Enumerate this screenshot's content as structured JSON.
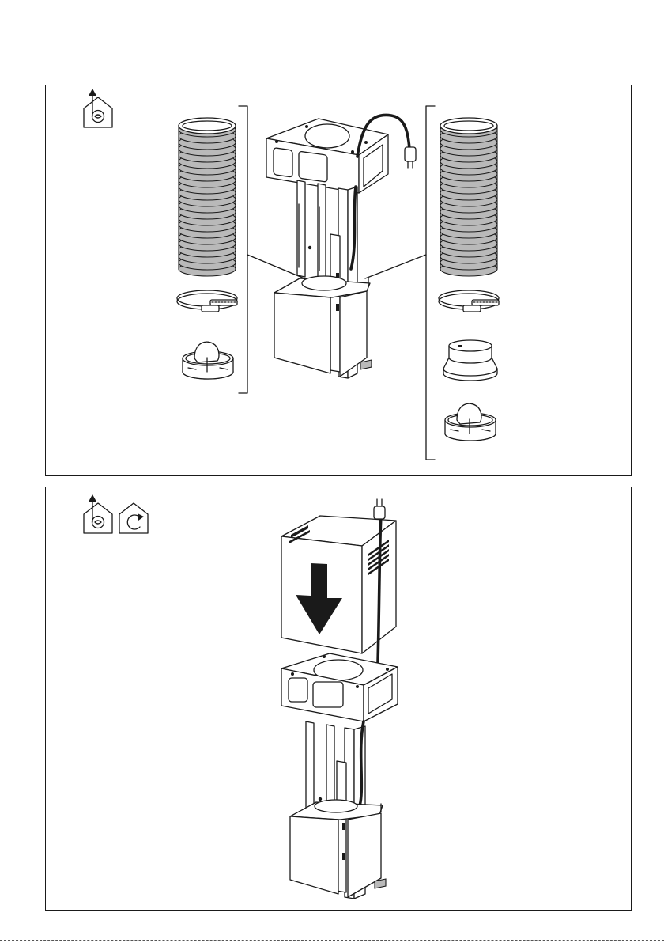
{
  "figures": [
    {
      "id": "step-duct-installation",
      "icons": [
        "ducted-extraction-house-icon"
      ],
      "parts_left": [
        "flexible-duct-hose",
        "hose-clamp",
        "non-return-valve-flange"
      ],
      "parts_right": [
        "flexible-duct-hose",
        "hose-clamp",
        "reducer-ring",
        "non-return-valve-flange"
      ],
      "center": "hood-telescopic-frame-with-motor-unit-and-power-plug"
    },
    {
      "id": "step-chimney-cover",
      "icons": [
        "ducted-extraction-house-icon",
        "recirculation-house-icon"
      ],
      "center": "upper-chimney-cover-slides-down-onto-frame",
      "arrow": "down-arrow-icon"
    }
  ],
  "colors": {
    "ink": "#1a1a1a",
    "hose_fill": "#b9b9b9",
    "background": "#ffffff"
  }
}
